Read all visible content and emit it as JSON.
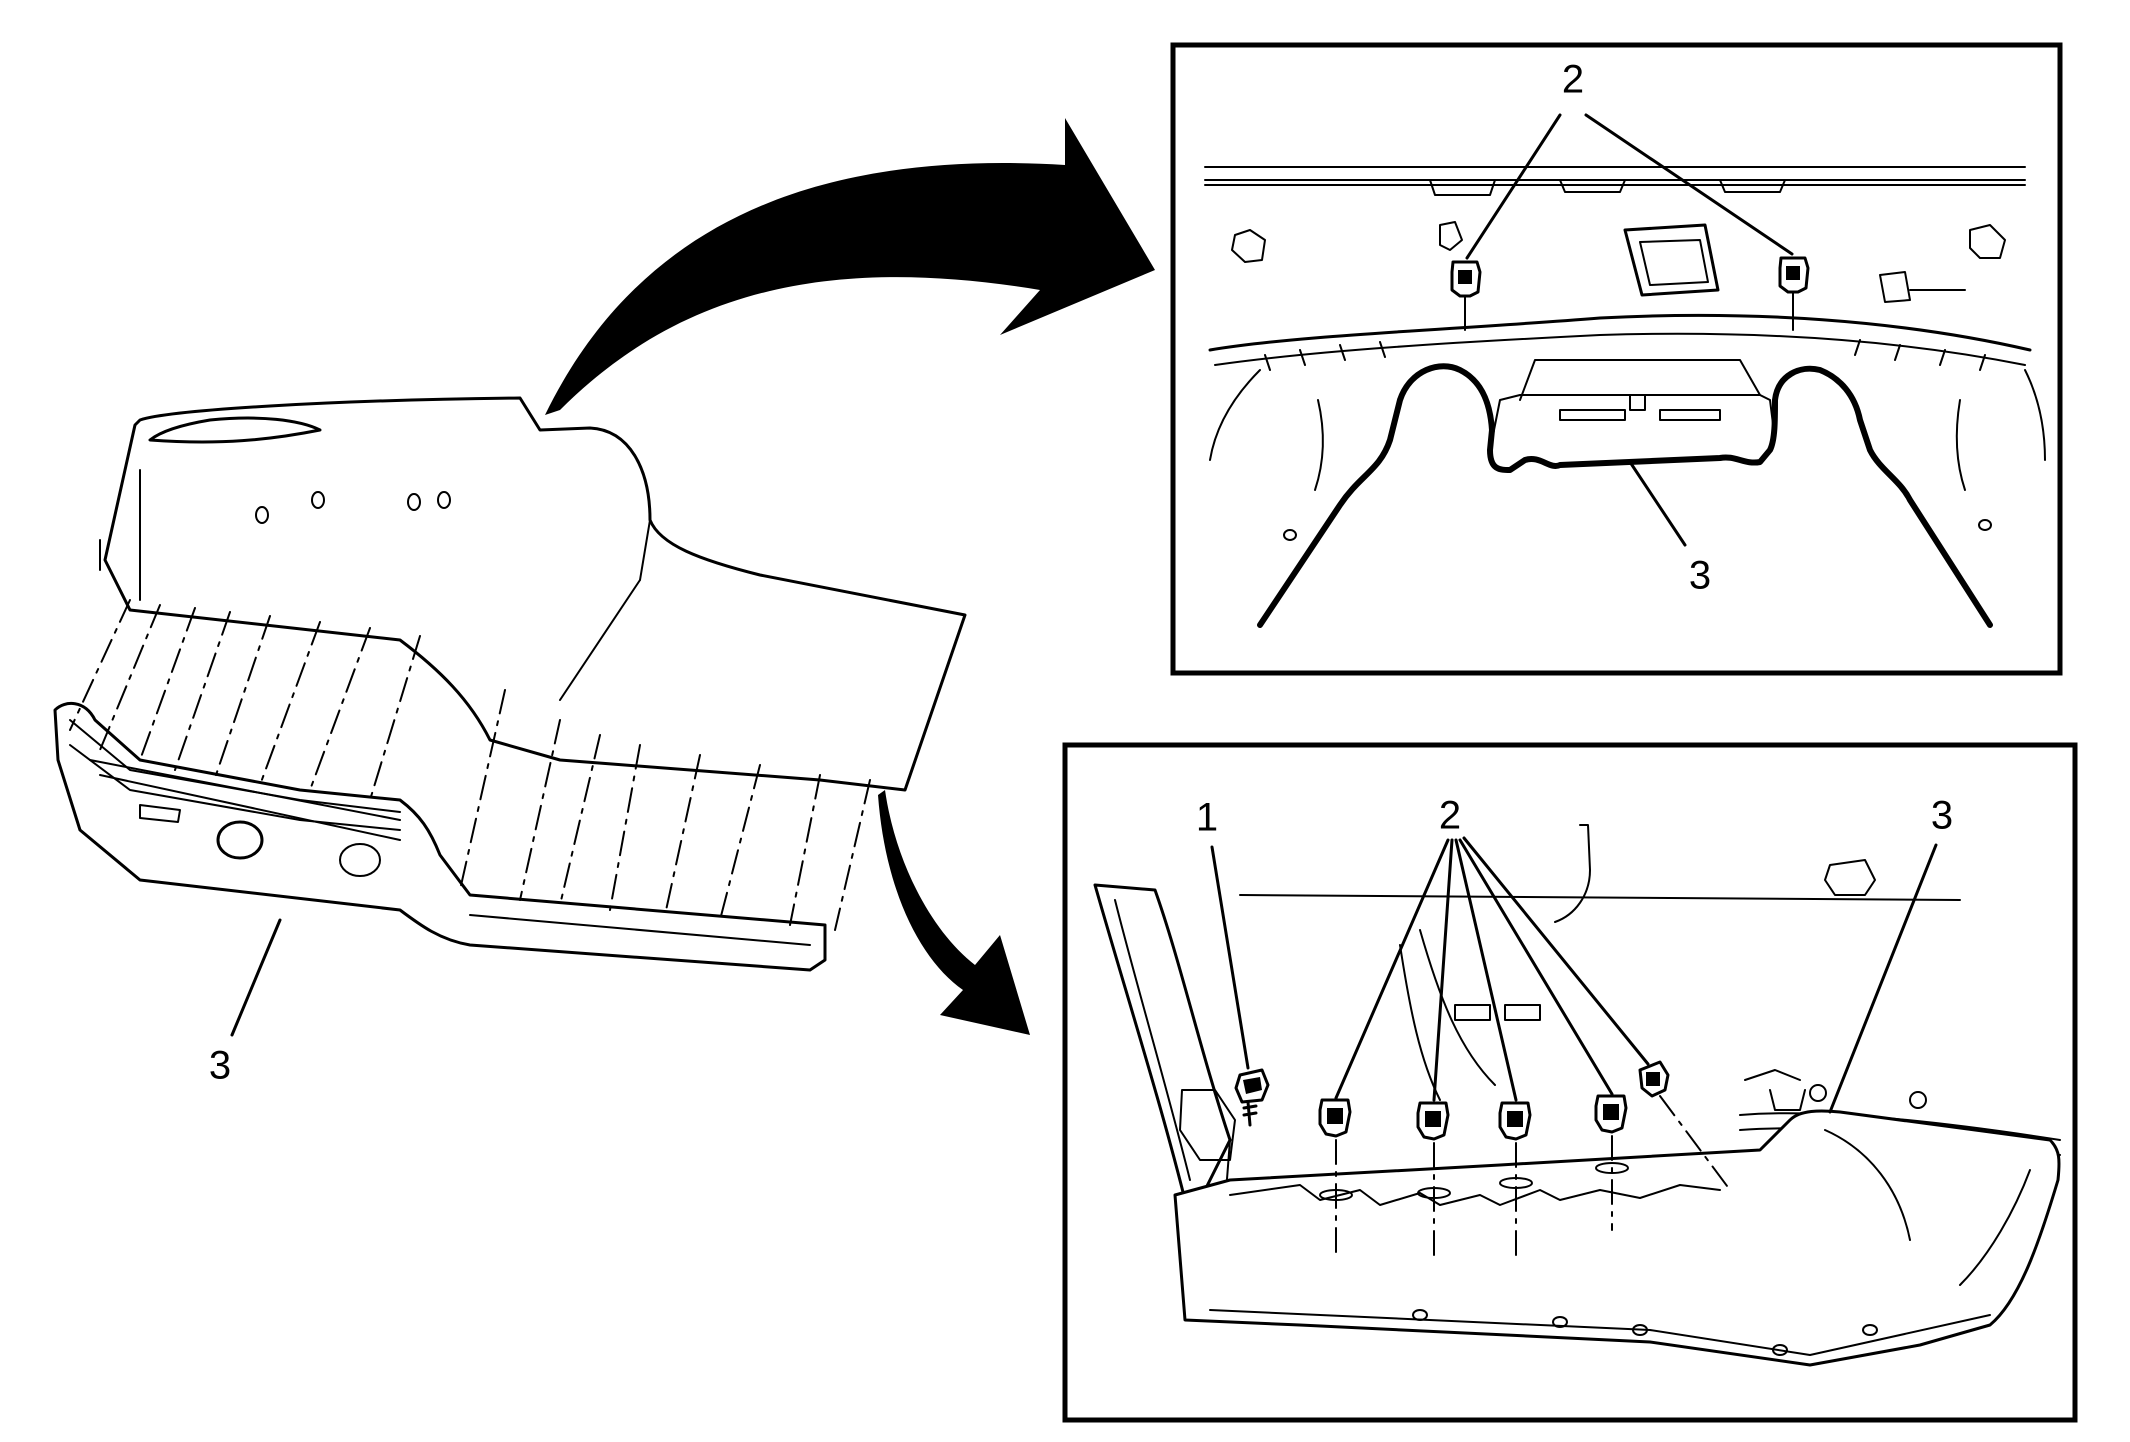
{
  "diagram": {
    "callouts": {
      "overview_fascia": "3",
      "top_inset_clips": "2",
      "top_inset_fascia": "3",
      "bottom_inset_screw": "1",
      "bottom_inset_clips": "2",
      "bottom_inset_fascia": "3"
    }
  }
}
